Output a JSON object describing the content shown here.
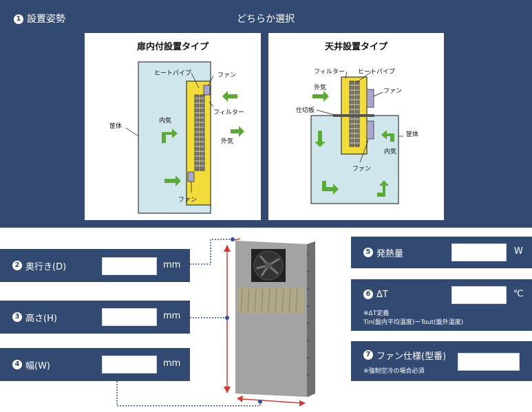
{
  "header": {
    "step": "1",
    "title": "設置姿勢",
    "instruction": "どちらか選択"
  },
  "options": [
    {
      "title": "扉内付設置タイプ",
      "labels": {
        "heatpipe": "ヒートパイプ",
        "fan_top": "ファン",
        "filter": "フィルター",
        "enclosure": "筐体",
        "inner_air": "内気",
        "outer_air": "外気",
        "fan_bottom": "ファン"
      }
    },
    {
      "title": "天井設置タイプ",
      "labels": {
        "filter": "フィルター",
        "heatpipe": "ヒートパイプ",
        "outer_air": "外気",
        "fan_top": "ファン",
        "partition": "仕切板",
        "enclosure": "筐体",
        "inner_air": "内気",
        "fan_bottom": "ファン"
      }
    }
  ],
  "fields": {
    "depth": {
      "step": "2",
      "label": "奥行き(D)",
      "unit": "mm",
      "value": ""
    },
    "height": {
      "step": "3",
      "label": "高さ(H)",
      "unit": "mm",
      "value": ""
    },
    "width": {
      "step": "4",
      "label": "幅(W)",
      "unit": "mm",
      "value": ""
    },
    "heat": {
      "step": "5",
      "label": "発熱量",
      "unit": "W",
      "value": ""
    },
    "delta_t": {
      "step": "6",
      "label": "ΔT",
      "unit": "℃",
      "value": "",
      "note1": "※ΔT定義",
      "note2": "Tin(盤内平均温度)ーTout(盤外温度)"
    },
    "fan_spec": {
      "step": "7",
      "label": "ファン仕様(型番)",
      "value": "",
      "note": "※強制空冷の場合必須"
    }
  },
  "colors": {
    "panel": "#324a72",
    "enclosure": "#cfe7ec",
    "module": "#f2dc3a",
    "arrow": "#5aab33",
    "dim_line": "#d43a36",
    "leader": "#2f4fa0"
  }
}
